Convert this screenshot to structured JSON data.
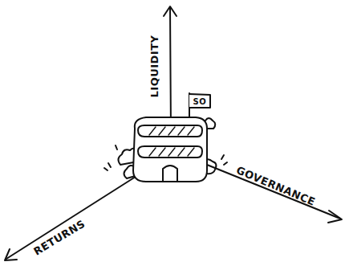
{
  "diagram": {
    "labels": [
      "LIQUIDITY",
      "RETURNS",
      "GOVERNANCE",
      "SO"
    ]
  }
}
